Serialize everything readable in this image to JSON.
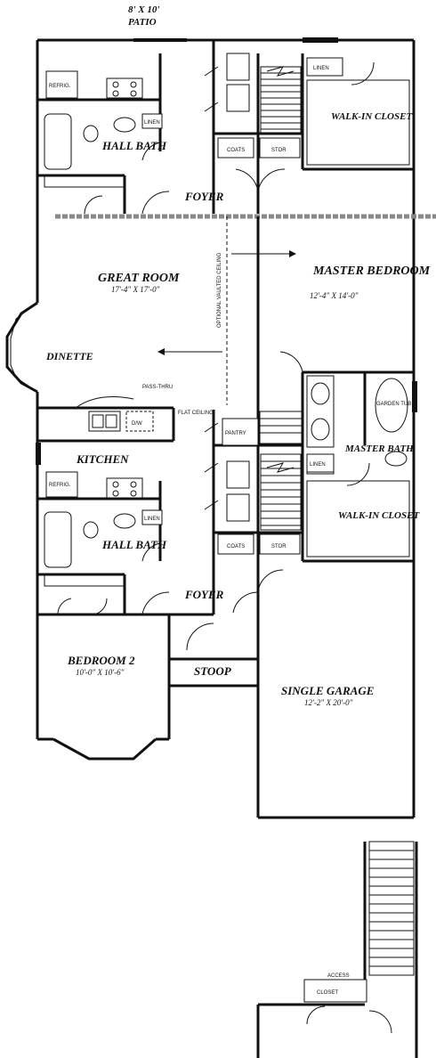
{
  "rooms": {
    "patio_label": "8' X 10'",
    "patio_name": "PATIO",
    "hall_bath_top": "HALL BATH",
    "walkin_top": "WALK-IN CLOSET",
    "foyer_top": "FOYER",
    "great_room": "GREAT ROOM",
    "great_room_size": "17'-4\" X 17'-0\"",
    "master_bedroom": "MASTER BEDROOM",
    "master_bedroom_size": "12'-4\" X 14'-0\"",
    "dinette": "DINETTE",
    "kitchen": "KITCHEN",
    "master_bath": "MASTER BATH",
    "garden_tub": "GARDEN TUB",
    "walkin_bottom": "WALK-IN CLOSET",
    "hall_bath_bottom": "HALL BATH",
    "foyer_bottom": "FOYER",
    "bedroom2": "BEDROOM 2",
    "bedroom2_size": "10'-0\" X 10'-6\"",
    "stoop": "STOOP",
    "garage": "SINGLE GARAGE",
    "garage_size": "12'-2\" X 20'-0\"",
    "closet": "CLOSET"
  },
  "fixtures": {
    "refrig": "REFRIG.",
    "linen": "LINEN",
    "coats": "COATS",
    "stor": "STOR",
    "pantry": "PANTRY",
    "dw": "D/W",
    "pass_thru": "PASS-THRU",
    "flat_ceiling": "FLAT CEILING",
    "optional_vaulted": "OPTIONAL VAULTED CEILING",
    "access": "ACCESS"
  }
}
